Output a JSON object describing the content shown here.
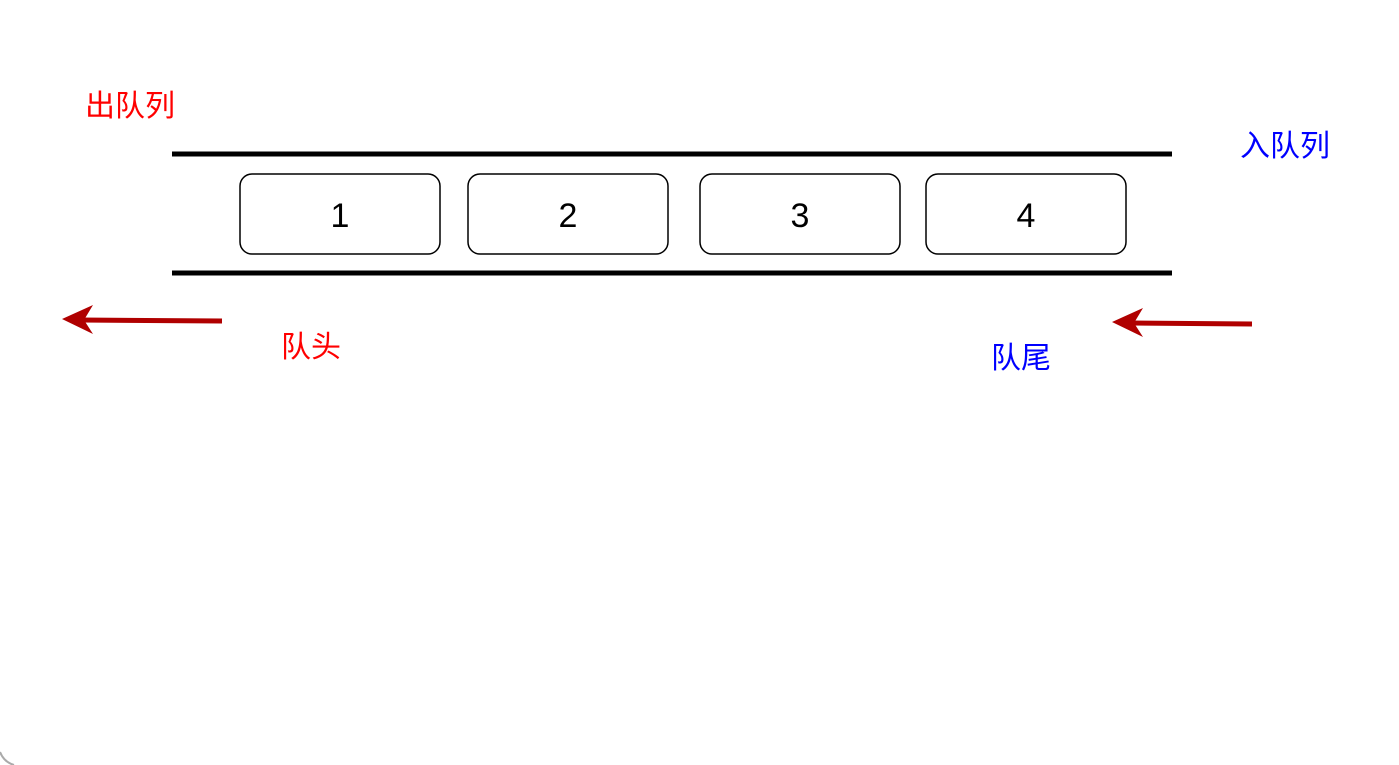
{
  "labels": {
    "dequeue": "出队列",
    "enqueue": "入队列",
    "head": "队头",
    "tail": "队尾"
  },
  "items": [
    "1",
    "2",
    "3",
    "4"
  ],
  "colors": {
    "dequeue": "#ff0000",
    "enqueue": "#0000ff",
    "arrow": "#b00000",
    "rail": "#000000"
  }
}
